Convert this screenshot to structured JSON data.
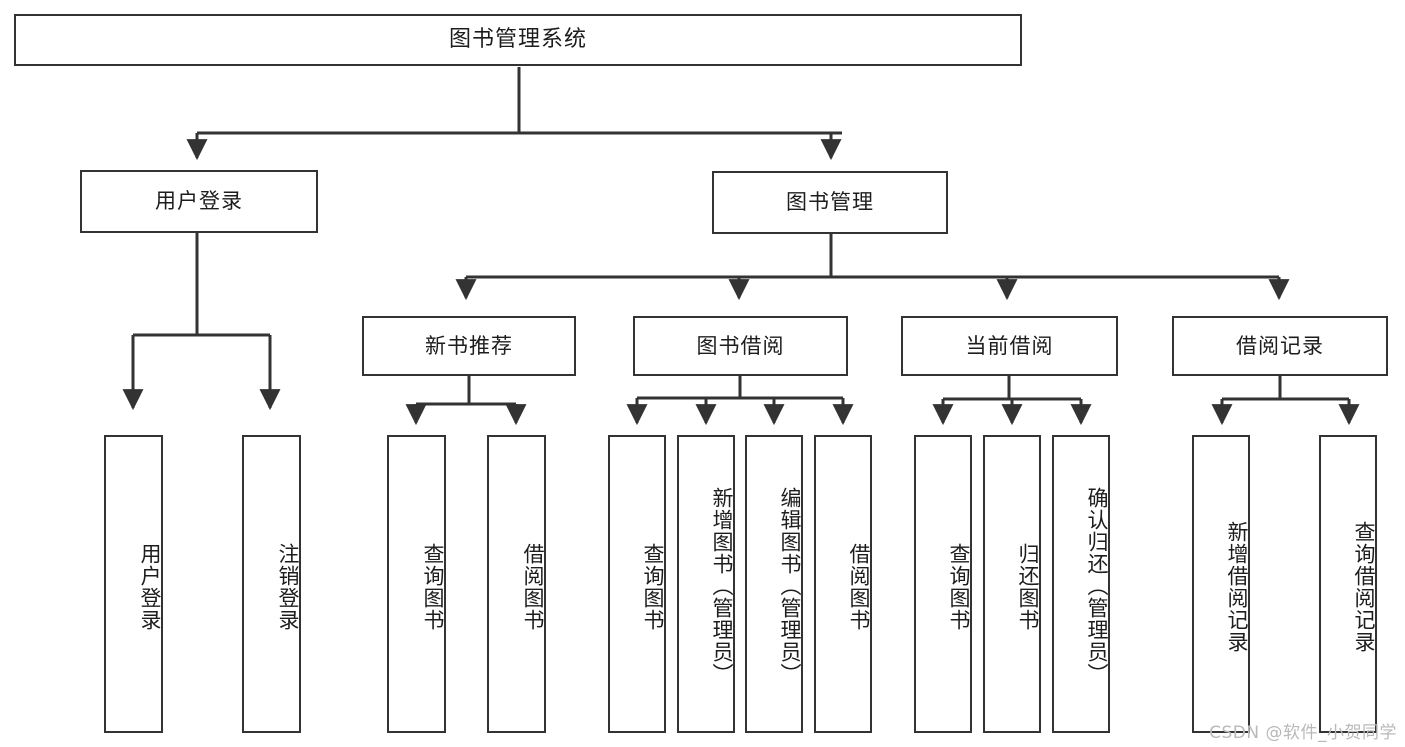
{
  "diagram": {
    "title": "图书管理系统",
    "type": "tree-hierarchy",
    "watermark": "CSDN @软件_小贺同学",
    "colors": {
      "box_border": "#333333",
      "box_fill": "#ffffff",
      "connector": "#333333",
      "text": "#1d1d1d",
      "watermark": "#b9b9b9"
    },
    "root": {
      "label": "图书管理系统"
    },
    "level1": [
      {
        "label": "用户登录"
      },
      {
        "label": "图书管理"
      }
    ],
    "level2": [
      {
        "label": "新书推荐"
      },
      {
        "label": "图书借阅"
      },
      {
        "label": "当前借阅"
      },
      {
        "label": "借阅记录"
      }
    ],
    "leaves": {
      "user_login": [
        {
          "label": "用户登录"
        },
        {
          "label": "注销登录"
        }
      ],
      "new_book_recommend": [
        {
          "label": "查询图书"
        },
        {
          "label": "借阅图书"
        }
      ],
      "book_borrow": [
        {
          "label": "查询图书"
        },
        {
          "label": "新增图书（管理员）"
        },
        {
          "label": "编辑图书（管理员）"
        },
        {
          "label": "借阅图书"
        }
      ],
      "current_borrow": [
        {
          "label": "查询图书"
        },
        {
          "label": "归还图书"
        },
        {
          "label": "确认归还（管理员）"
        }
      ],
      "borrow_record": [
        {
          "label": "新增借阅记录"
        },
        {
          "label": "查询借阅记录"
        }
      ]
    }
  }
}
